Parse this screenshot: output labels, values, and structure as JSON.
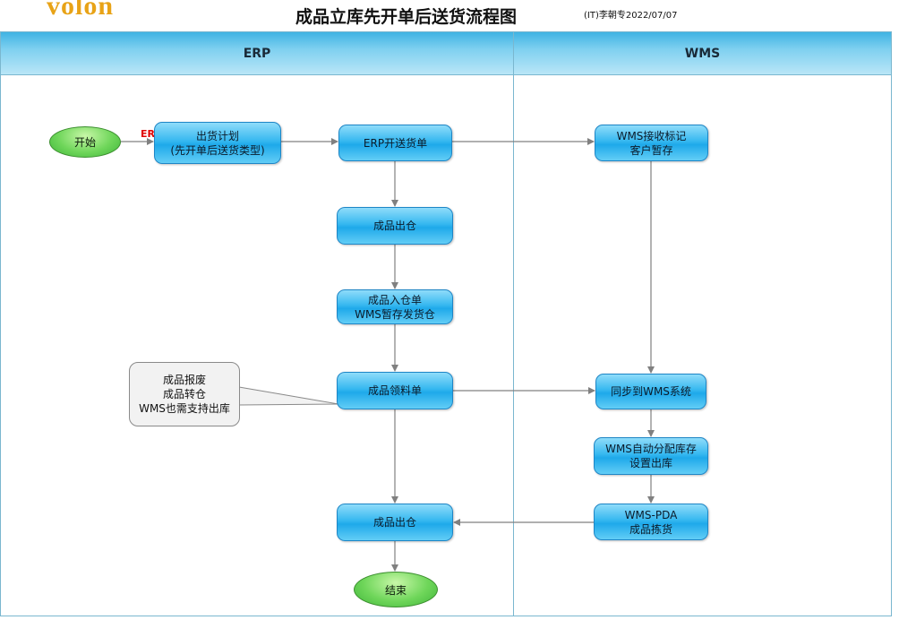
{
  "header": {
    "logo": "volon",
    "title": "成品立库先开单后送货流程图",
    "author": "(IT)李朝专2022/07/07"
  },
  "lanes": {
    "erp": "ERP",
    "wms": "WMS"
  },
  "annotations": {
    "erp_system_tag": "ERP系统"
  },
  "nodes": {
    "start": "开始",
    "shipping_plan": "出货计划\n(先开单后送货类型)",
    "erp_delivery_order": "ERP开送货单",
    "wms_receive_mark": "WMS接收标记\n客户暂存",
    "fg_out_1": "成品出仓",
    "fg_in_order": "成品入仓单\nWMS暂存发货仓",
    "fg_requisition": "成品领料单",
    "sync_wms": "同步到WMS系统",
    "wms_auto_alloc": "WMS自动分配库存\n设置出库",
    "wms_pda": "WMS-PDA\n成品拣货",
    "fg_out_2": "成品出仓",
    "end": "结束"
  },
  "callout": {
    "text": "成品报废\n成品转仓\nWMS也需支持出库"
  },
  "colors": {
    "lane_header": "#4fbde8",
    "process_node": "#2fb4ee",
    "terminal_node": "#5ccf4c",
    "connector": "#808080",
    "erp_tag": "#e00000",
    "logo": "#e8a317"
  }
}
